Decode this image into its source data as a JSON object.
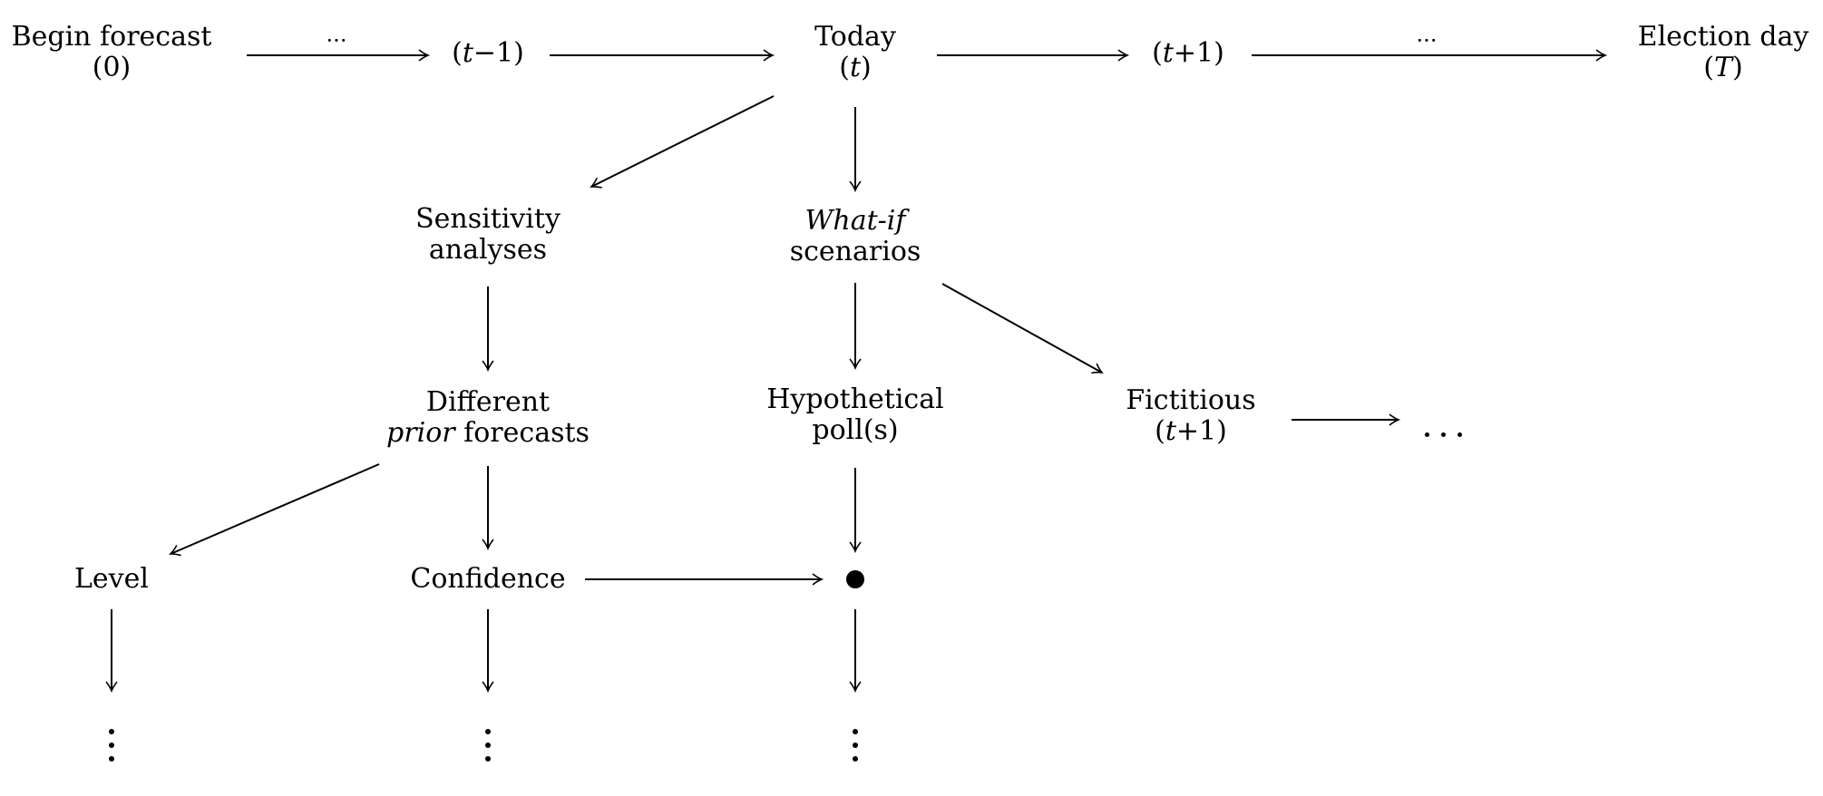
{
  "timeline": {
    "begin": {
      "title": "Begin forecast",
      "paren_open": "(",
      "value": "0",
      "paren_close": ")"
    },
    "prev": {
      "paren_open": "(",
      "var": "t",
      "op": "−1",
      "paren_close": ")"
    },
    "today": {
      "title": "Today",
      "paren_open": "(",
      "var": "t",
      "paren_close": ")"
    },
    "next": {
      "paren_open": "(",
      "var": "t",
      "op": "+1",
      "paren_close": ")"
    },
    "election": {
      "title": "Election day",
      "paren_open": "(",
      "var": "T",
      "paren_close": ")"
    },
    "gap_label": "···"
  },
  "branches": {
    "sensitivity": {
      "line1": "Sensitivity",
      "line2": "analyses"
    },
    "whatif": {
      "line1": "What-if",
      "line2": "scenarios"
    },
    "prior": {
      "line1": "Different",
      "line2_em": "prior",
      "line2_rest": " forecasts"
    },
    "hypothetical": {
      "line1": "Hypothetical",
      "line2": "poll(s)"
    },
    "fictitious": {
      "line1": "Fictitious",
      "paren_open": "(",
      "var": "t",
      "op": "+1",
      "paren_close": ")"
    },
    "level": "Level",
    "confidence": "Confidence"
  },
  "colors": {
    "ink": "#000000",
    "background": "#ffffff"
  }
}
